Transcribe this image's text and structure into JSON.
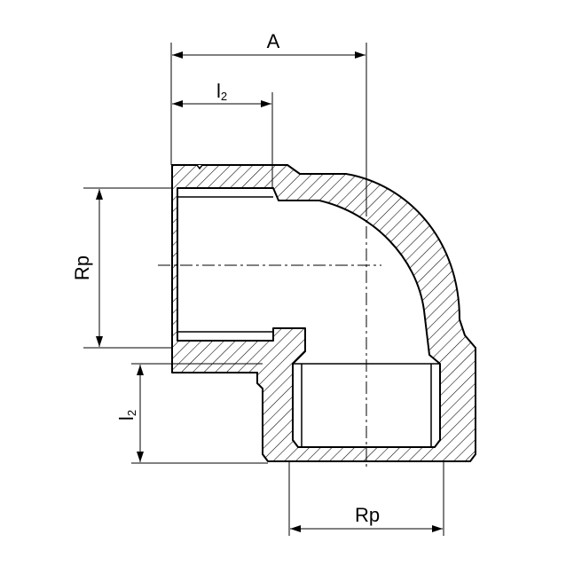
{
  "diagram": {
    "labels": {
      "a": "A",
      "l2_top": {
        "main": "l",
        "sub": "2"
      },
      "rp_left": "Rp",
      "l2_left": {
        "main": "l",
        "sub": "2"
      },
      "rp_bottom": "Rp"
    }
  }
}
